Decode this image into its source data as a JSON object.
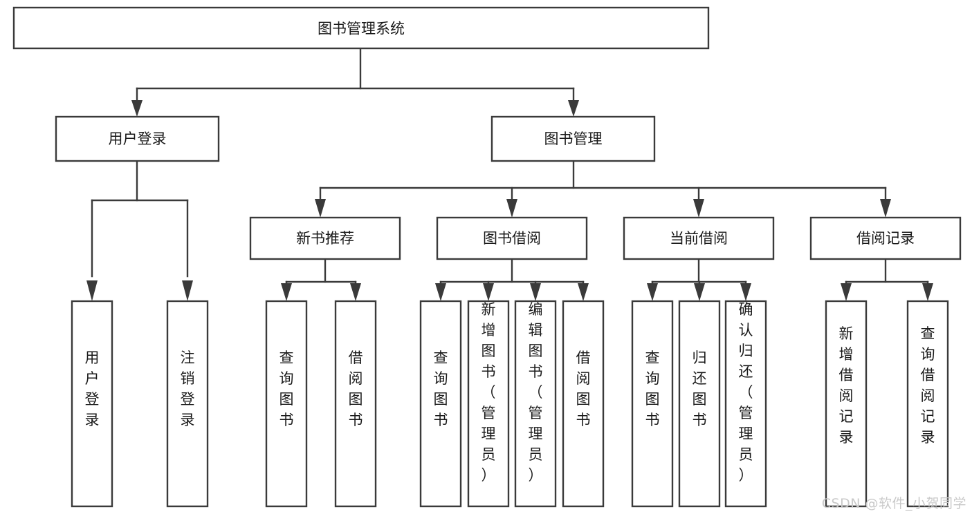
{
  "diagram": {
    "type": "tree",
    "title": "图书管理系统",
    "orientation": "top-down",
    "watermark": "CSDN @软件_小贺同学",
    "colors": {
      "box_fill": "#ffffff",
      "box_stroke": "#3a3a3a",
      "text": "#1a1a1a",
      "background": "#ffffff",
      "watermark": "#c9c9c9"
    },
    "levels": {
      "root": "图书管理系统",
      "level2": [
        "用户登录",
        "图书管理"
      ],
      "level3": [
        "新书推荐",
        "图书借阅",
        "当前借阅",
        "借阅记录"
      ],
      "level4_groups": [
        [
          "用户登录",
          "注销登录"
        ],
        [
          "查询图书",
          "借阅图书"
        ],
        [
          "查询图书",
          "新增图书（管理员）",
          "编辑图书（管理员）",
          "借阅图书"
        ],
        [
          "查询图书",
          "归还图书",
          "确认归还（管理员）"
        ],
        [
          "新增借阅记录",
          "查询借阅记录"
        ]
      ]
    },
    "nodes": {
      "root": {
        "label": "图书管理系统"
      },
      "user_login": {
        "label": "用户登录"
      },
      "book_manage": {
        "label": "图书管理"
      },
      "new_book_rec": {
        "label": "新书推荐"
      },
      "book_borrow": {
        "label": "图书借阅"
      },
      "current_borrow": {
        "label": "当前借阅"
      },
      "borrow_record": {
        "label": "借阅记录"
      },
      "leaf_user_login": {
        "label": "用户登录"
      },
      "leaf_user_logout": {
        "label": "注销登录"
      },
      "leaf_rec_query": {
        "label": "查询图书"
      },
      "leaf_rec_borrow": {
        "label": "借阅图书"
      },
      "leaf_borrow_query": {
        "label": "查询图书"
      },
      "leaf_borrow_add": {
        "label": "新增图书（管理员）"
      },
      "leaf_borrow_edit": {
        "label": "编辑图书（管理员）"
      },
      "leaf_borrow_borrow": {
        "label": "借阅图书"
      },
      "leaf_cur_query": {
        "label": "查询图书"
      },
      "leaf_cur_return": {
        "label": "归还图书"
      },
      "leaf_cur_confirm": {
        "label": "确认归还（管理员）"
      },
      "leaf_rec_add": {
        "label": "新增借阅记录"
      },
      "leaf_rec_search": {
        "label": "查询借阅记录"
      }
    }
  }
}
